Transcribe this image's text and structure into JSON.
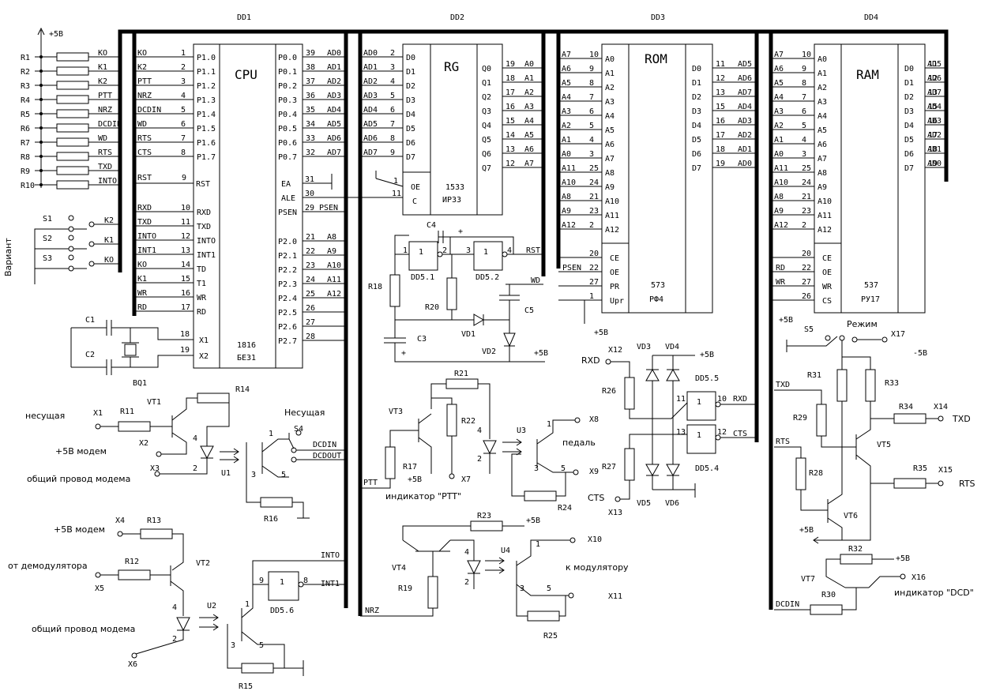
{
  "chips": {
    "dd1": {
      "ref": "DD1",
      "name": "CPU",
      "part1": "1816",
      "part2": "БЕ31",
      "left": [
        [
          "P1.0",
          "1",
          "KO"
        ],
        [
          "P1.1",
          "2",
          "K2"
        ],
        [
          "P1.2",
          "3",
          "PTT"
        ],
        [
          "P1.3",
          "4",
          "NRZ"
        ],
        [
          "P1.4",
          "5",
          "DCDIN"
        ],
        [
          "P1.5",
          "6",
          "WD"
        ],
        [
          "P1.6",
          "7",
          "RTS"
        ],
        [
          "P1.7",
          "8",
          "CTS"
        ]
      ],
      "right": [
        [
          "P0.0",
          "39",
          "AD0"
        ],
        [
          "P0.1",
          "38",
          "AD1"
        ],
        [
          "P0.2",
          "37",
          "AD2"
        ],
        [
          "P0.3",
          "36",
          "AD3"
        ],
        [
          "P0.4",
          "35",
          "AD4"
        ],
        [
          "P0.5",
          "34",
          "AD5"
        ],
        [
          "P0.6",
          "33",
          "AD6"
        ],
        [
          "P0.7",
          "32",
          "AD7"
        ]
      ],
      "rst": [
        "RST",
        "9",
        "RST"
      ],
      "left2": [
        [
          "RXD",
          "10",
          "RXD"
        ],
        [
          "TXD",
          "11",
          "TXD"
        ],
        [
          "INTO",
          "12",
          "INTO"
        ],
        [
          "INT1",
          "13",
          "INT1"
        ],
        [
          "TD",
          "14",
          "KO"
        ],
        [
          "T1",
          "15",
          "K1"
        ],
        [
          "WR",
          "16",
          "WR"
        ],
        [
          "RD",
          "17",
          "RD"
        ]
      ],
      "right2": [
        [
          "P2.0",
          "21",
          "A8"
        ],
        [
          "P2.1",
          "22",
          "A9"
        ],
        [
          "P2.2",
          "23",
          "A10"
        ],
        [
          "P2.3",
          "24",
          "A11"
        ],
        [
          "P2.4",
          "25",
          "A12"
        ],
        [
          "P2.5",
          "26",
          ""
        ],
        [
          "P2.6",
          "27",
          ""
        ],
        [
          "P2.7",
          "28",
          ""
        ]
      ],
      "ea": [
        "EA",
        "31"
      ],
      "ale": [
        "ALE",
        "30"
      ],
      "psen": [
        "PSEN",
        "29",
        "PSEN"
      ],
      "x1": [
        "X1",
        "18"
      ],
      "x2": [
        "X2",
        "19"
      ]
    },
    "dd2": {
      "ref": "DD2",
      "name": "RG",
      "part1": "1533",
      "part2": "ИР33",
      "left": [
        [
          "D0",
          "2",
          "AD0"
        ],
        [
          "D1",
          "3",
          "AD1"
        ],
        [
          "D2",
          "4",
          "AD2"
        ],
        [
          "D3",
          "5",
          "AD3"
        ],
        [
          "D4",
          "6",
          "AD4"
        ],
        [
          "D5",
          "7",
          "AD5"
        ],
        [
          "D6",
          "8",
          "AD6"
        ],
        [
          "D7",
          "9",
          "AD7"
        ]
      ],
      "right": [
        [
          "Q0",
          "19",
          "A0"
        ],
        [
          "Q1",
          "18",
          "A1"
        ],
        [
          "Q2",
          "17",
          "A2"
        ],
        [
          "Q3",
          "16",
          "A3"
        ],
        [
          "Q4",
          "15",
          "A4"
        ],
        [
          "Q5",
          "14",
          "A5"
        ],
        [
          "Q6",
          "13",
          "A6"
        ],
        [
          "Q7",
          "12",
          "A7"
        ]
      ],
      "oe": [
        "OE",
        "1"
      ],
      "c": [
        "C",
        "11"
      ]
    },
    "dd3": {
      "ref": "DD3",
      "name": "ROM",
      "part1": "573",
      "part2": "РФ4",
      "left": [
        [
          "A0",
          "10",
          "A7"
        ],
        [
          "A1",
          "9",
          "A6"
        ],
        [
          "A2",
          "8",
          "A5"
        ],
        [
          "A3",
          "7",
          "A4"
        ],
        [
          "A4",
          "6",
          "A3"
        ],
        [
          "A5",
          "5",
          "A2"
        ],
        [
          "A6",
          "4",
          "A1"
        ],
        [
          "A7",
          "3",
          "A0"
        ],
        [
          "A8",
          "25",
          "A11"
        ],
        [
          "A9",
          "24",
          "A10"
        ],
        [
          "A10",
          "21",
          "A8"
        ],
        [
          "A11",
          "23",
          "A9"
        ],
        [
          "A12",
          "2",
          "A12"
        ]
      ],
      "right": [
        [
          "D0",
          "11",
          "AD5"
        ],
        [
          "D1",
          "12",
          "AD6"
        ],
        [
          "D2",
          "13",
          "AD7"
        ],
        [
          "D3",
          "15",
          "AD4"
        ],
        [
          "D4",
          "16",
          "AD3"
        ],
        [
          "D5",
          "17",
          "AD2"
        ],
        [
          "D6",
          "18",
          "AD1"
        ],
        [
          "D7",
          "19",
          "AD0"
        ]
      ],
      "ctrl": [
        [
          "CE",
          "20",
          ""
        ],
        [
          "OE",
          "22",
          "PSEN"
        ],
        [
          "PR",
          "27",
          ""
        ],
        [
          "Upr",
          "1",
          ""
        ]
      ],
      "vcc": "+5В"
    },
    "dd4": {
      "ref": "DD4",
      "name": "RAM",
      "part1": "537",
      "part2": "РУ17",
      "left": [
        [
          "A0",
          "10",
          "A7"
        ],
        [
          "A1",
          "9",
          "A6"
        ],
        [
          "A2",
          "8",
          "A5"
        ],
        [
          "A3",
          "7",
          "A4"
        ],
        [
          "A4",
          "6",
          "A3"
        ],
        [
          "A5",
          "5",
          "A2"
        ],
        [
          "A6",
          "4",
          "A1"
        ],
        [
          "A7",
          "3",
          "A0"
        ],
        [
          "A8",
          "25",
          "A11"
        ],
        [
          "A9",
          "24",
          "A10"
        ],
        [
          "A10",
          "21",
          "A8"
        ],
        [
          "A11",
          "23",
          "A9"
        ],
        [
          "A12",
          "2",
          "A12"
        ]
      ],
      "right": [
        [
          "D0",
          "11",
          "AD5"
        ],
        [
          "D1",
          "12",
          "AD6"
        ],
        [
          "D2",
          "13",
          "AD7"
        ],
        [
          "D3",
          "15",
          "AD4"
        ],
        [
          "D4",
          "16",
          "AD3"
        ],
        [
          "D5",
          "17",
          "AD2"
        ],
        [
          "D6",
          "18",
          "AD1"
        ],
        [
          "D7",
          "19",
          "AD0"
        ]
      ],
      "ctrl": [
        [
          "CE",
          "20",
          ""
        ],
        [
          "OE",
          "22",
          "RD"
        ],
        [
          "WR",
          "27",
          "WR"
        ],
        [
          "CS",
          "26",
          ""
        ]
      ],
      "vcc": "+5В"
    }
  },
  "resistor_bank": {
    "supply": "+5В",
    "rows": [
      [
        "R1",
        "KO"
      ],
      [
        "R2",
        "K1"
      ],
      [
        "R3",
        "K2"
      ],
      [
        "R4",
        "PTT"
      ],
      [
        "R5",
        "NRZ"
      ],
      [
        "R6",
        "DCDIN"
      ],
      [
        "R7",
        "WD"
      ],
      [
        "R8",
        "RTS"
      ],
      [
        "R9",
        "TXD"
      ],
      [
        "R10",
        "INTO"
      ]
    ]
  },
  "switches": {
    "side": "Вариант",
    "rows": [
      [
        "S1",
        "K2"
      ],
      [
        "S2",
        "K1"
      ],
      [
        "S3",
        "KO"
      ]
    ]
  },
  "osc": {
    "c1": "C1",
    "c2": "C2",
    "bq": "BQ1"
  },
  "reset": {
    "c4": "C4",
    "plus": "+",
    "dd51": "DD5.1",
    "dd52": "DD5.2",
    "r18": "R18",
    "r20": "R20",
    "c3": "C3",
    "c5": "C5",
    "vd1": "VD1",
    "vd2": "VD2",
    "rst": "RST",
    "wd": "WD",
    "vcc": "+5В",
    "p1": "1",
    "p2": "2",
    "p3": "3",
    "p4": "4",
    "cplus": "+"
  },
  "carrier": {
    "x1": "X1",
    "x2": "X2",
    "x3": "X3",
    "r11": "R11",
    "r14": "R14",
    "vt1": "VT1",
    "u1": "U1",
    "r16": "R16",
    "s4": "S4",
    "label1": "несущая",
    "label2": "+5В модем",
    "label3": "общий провод модема",
    "title": "Несущая",
    "dcdin": "DCDIN",
    "dcdout": "DCDOUT",
    "p1": "1",
    "p3": "3",
    "p4": "4",
    "p5": "5",
    "p2": "2"
  },
  "demod": {
    "x4": "X4",
    "x5": "X5",
    "x6": "X6",
    "r13": "R13",
    "r12": "R12",
    "vt2": "VT2",
    "u2": "U2",
    "r15": "R15",
    "dd56": "DD5.6",
    "int0": "INTO",
    "int1": "INT1",
    "label1": "+5В модем",
    "label2": "от демодулятора",
    "label3": "общий провод модема",
    "p9": "9",
    "p8": "8",
    "p1": "1",
    "p3": "3",
    "p4": "4",
    "p5": "5",
    "p2": "2"
  },
  "ptt": {
    "r21": "R21",
    "r22": "R22",
    "r17": "R17",
    "vt3": "VT3",
    "u3": "U3",
    "x8": "X8",
    "x9": "X9",
    "x7": "X7",
    "r24": "R24",
    "ptt": "PTT",
    "vcc": "+5В",
    "ind": "индикатор \"PTT\"",
    "ped": "педаль",
    "p1": "1",
    "p2": "2",
    "p3": "3",
    "p4": "4",
    "p5": "5"
  },
  "nrz": {
    "r23": "R23",
    "r19": "R19",
    "vt4": "VT4",
    "u4": "U4",
    "x10": "X10",
    "x11": "X11",
    "r25": "R25",
    "nrz": "NRZ",
    "vcc": "+5В",
    "mod": "к модулятору",
    "p1": "1",
    "p2": "2",
    "p3": "3",
    "p4": "4",
    "p5": "5"
  },
  "rxcts": {
    "rxd_in": "RXD",
    "x12": "X12",
    "x13": "X13",
    "cts_in": "CTS",
    "r26": "R26",
    "r27": "R27",
    "vd3": "VD3",
    "vd4": "VD4",
    "vd5": "VD5",
    "vd6": "VD6",
    "dd55": "DD5.5",
    "dd54": "DD5.4",
    "rxd": "RXD",
    "cts": "CTS",
    "vcc": "+5В",
    "p11": "11",
    "p10": "10",
    "p13": "13",
    "p12": "12"
  },
  "rs232": {
    "s5": "S5",
    "mode": "Режим",
    "x17": "X17",
    "m5": "-5В",
    "txd": "TXD",
    "rts": "RTS",
    "r31": "R31",
    "r33": "R33",
    "r29": "R29",
    "r34": "R34",
    "x14": "X14",
    "txd_out": "TXD",
    "vt5": "VT5",
    "r28": "R28",
    "r35": "R35",
    "x15": "X15",
    "rts_out": "RTS",
    "vt6": "VT6",
    "vcc": "+5В",
    "r32": "R32",
    "vcc2": "+5В",
    "x16": "X16",
    "vt7": "VT7",
    "r30": "R30",
    "dcdin": "DCDIN",
    "ind": "индикатор \"DCD\""
  }
}
